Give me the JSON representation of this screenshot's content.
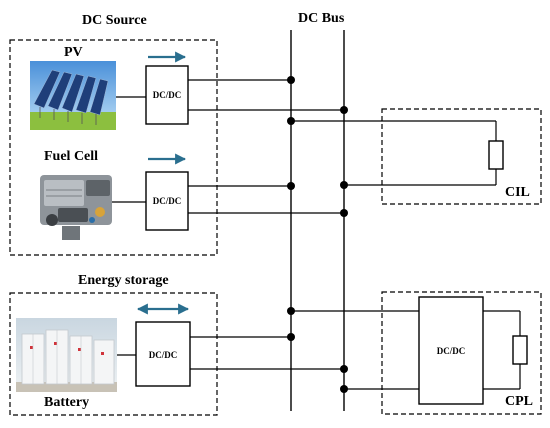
{
  "title_dc_source": "DC Source",
  "title_dc_bus": "DC Bus",
  "title_energy_storage": "Energy storage",
  "label_pv": "PV",
  "label_fuel_cell": "Fuel Cell",
  "label_battery": "Battery",
  "label_cil": "CIL",
  "label_cpl": "CPL",
  "converters": {
    "pv": "DC/DC",
    "fuel_cell": "DC/DC",
    "battery": "DC/DC",
    "cpl": "DC/DC"
  },
  "colors": {
    "arrow": "#2a6f8f",
    "line": "#000000"
  },
  "icons": {
    "pv": "solar-panel-array",
    "fuel_cell": "fuel-cell-stack",
    "battery": "battery-storage-containers"
  }
}
